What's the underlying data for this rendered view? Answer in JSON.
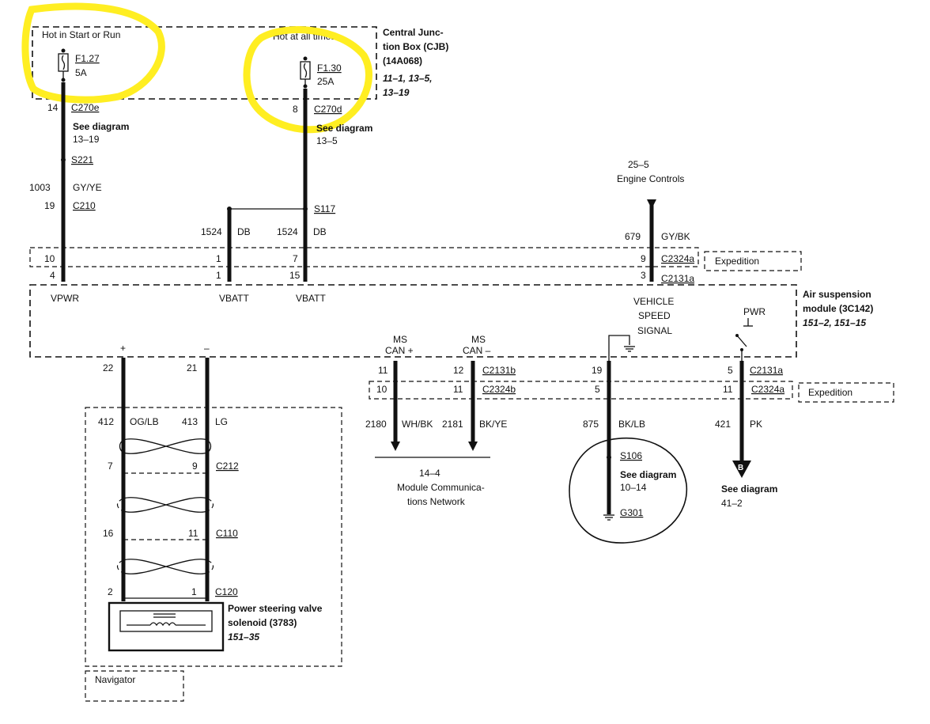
{
  "cjb": {
    "title_line1": "Central Junc-",
    "title_line2": "tion Box (CJB)",
    "part": "(14A068)",
    "refs_line1": "11–1, 13–5,",
    "refs_line2": "13–19",
    "hot_start_run": "Hot in Start or Run",
    "hot_all_times": "Hot at all times",
    "fuse1": {
      "id": "F1.27",
      "rating": "5A"
    },
    "fuse2": {
      "id": "F1.30",
      "rating": "25A"
    }
  },
  "left_branch": {
    "pin": "14",
    "connector": "C270e",
    "see": "See diagram",
    "see_ref": "13–19",
    "splice": "S221",
    "circuit": "1003",
    "color": "GY/YE",
    "c210_pin": "19",
    "c210": "C210"
  },
  "right_branch": {
    "pin": "8",
    "connector": "C270d",
    "see": "See diagram",
    "see_ref": "13–5",
    "splice": "S117"
  },
  "db_left": {
    "circuit": "1524",
    "color": "DB"
  },
  "db_right": {
    "circuit": "1524",
    "color": "DB"
  },
  "engine": {
    "ref": "25–5",
    "label": "Engine Controls",
    "circuit": "679",
    "color": "GY/BK"
  },
  "expedition_top": {
    "pins": [
      "10",
      "1",
      "7",
      "9"
    ],
    "connector": "C2324a",
    "label": "Expedition"
  },
  "c2131a_top": {
    "pins": [
      "4",
      "1",
      "15",
      "3"
    ],
    "connector": "C2131a"
  },
  "module": {
    "title_line1": "Air suspension",
    "title_line2": "module (3C142)",
    "refs": "151–2, 151–15",
    "vpwr": "VPWR",
    "vbatt1": "VBATT",
    "vbatt2": "VBATT",
    "vss1": "VEHICLE",
    "vss2": "SPEED",
    "vss3": "SIGNAL",
    "pwr": "PWR",
    "plus": "+",
    "minus": "–",
    "mscan_plus1": "MS",
    "mscan_plus2": "CAN +",
    "mscan_minus1": "MS",
    "mscan_minus2": "CAN –"
  },
  "bottom_connectors": {
    "pins_c2131b": [
      "11",
      "12",
      "19",
      "5"
    ],
    "c2131b": "C2131b",
    "c2131a": "C2131a",
    "pins_c2324b": [
      "10",
      "11",
      "5",
      "11"
    ],
    "c2324b": "C2324b",
    "c2324a": "C2324a",
    "expedition": "Expedition",
    "sol_pins": [
      "22",
      "21"
    ]
  },
  "can": {
    "wire1": {
      "circuit": "2180",
      "color": "WH/BK"
    },
    "wire2": {
      "circuit": "2181",
      "color": "BK/YE"
    },
    "ref": "14–4",
    "label1": "Module Communica-",
    "label2": "tions Network"
  },
  "ground": {
    "circuit": "875",
    "color": "BK/LB",
    "splice": "S106",
    "see": "See diagram",
    "see_ref": "10–14",
    "ground": "G301"
  },
  "pk": {
    "circuit": "421",
    "color": "PK",
    "letter": "B",
    "see": "See diagram",
    "see_ref": "41–2"
  },
  "solenoid_wires": {
    "w1": {
      "circuit": "412",
      "color": "OG/LB"
    },
    "w2": {
      "circuit": "413",
      "color": "LG"
    },
    "c212": {
      "pins": [
        "7",
        "9"
      ],
      "connector": "C212"
    },
    "c110": {
      "pins": [
        "16",
        "11"
      ],
      "connector": "C110"
    },
    "c120": {
      "pins": [
        "2",
        "1"
      ],
      "connector": "C120"
    }
  },
  "solenoid": {
    "line1": "Power steering valve",
    "line2": "solenoid (3783)",
    "ref": "151–35"
  },
  "navigator": "Navigator",
  "colors": {
    "highlight": "#ffee22",
    "ink": "#111111"
  }
}
